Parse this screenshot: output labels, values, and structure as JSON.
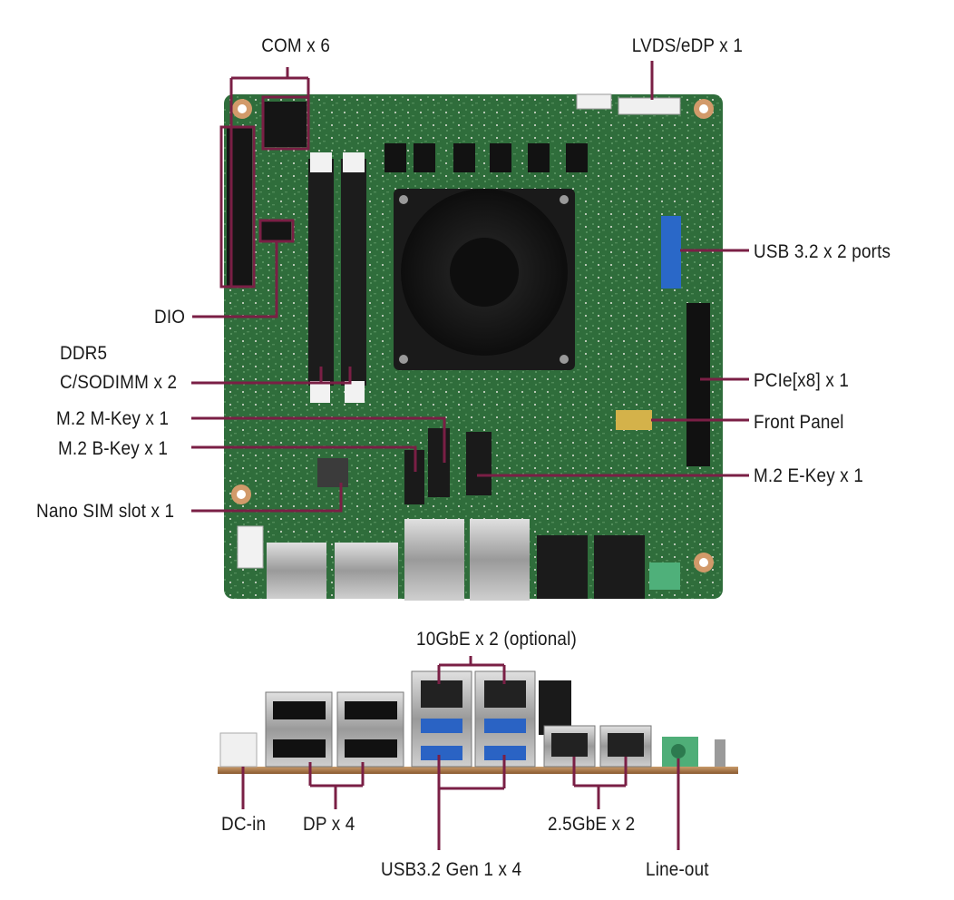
{
  "labels": {
    "com": "COM x 6",
    "lvds": "LVDS/eDP x 1",
    "usb32_ports": "USB 3.2 x 2 ports",
    "dio": "DIO",
    "ddr5_line1": "DDR5",
    "ddr5_line2": "C/SODIMM x 2",
    "pcie": "PCIe[x8] x 1",
    "m2_mkey": "M.2 M-Key x 1",
    "front_panel": "Front Panel",
    "m2_bkey": "M.2 B-Key x 1",
    "m2_ekey": "M.2 E-Key x 1",
    "nano_sim": "Nano SIM slot x 1",
    "ten_gbe": "10GbE x 2 (optional)",
    "dc_in": "DC-in",
    "dp": "DP x 4",
    "two5_gbe": "2.5GbE x 2",
    "usb32_gen1": "USB3.2 Gen 1 x 4",
    "line_out": "Line-out"
  },
  "colors": {
    "callout": "#7a1f45",
    "pcb_green": "#2e6b3a",
    "heatsink": "#1e1e1e",
    "text": "#1a1a1a"
  }
}
